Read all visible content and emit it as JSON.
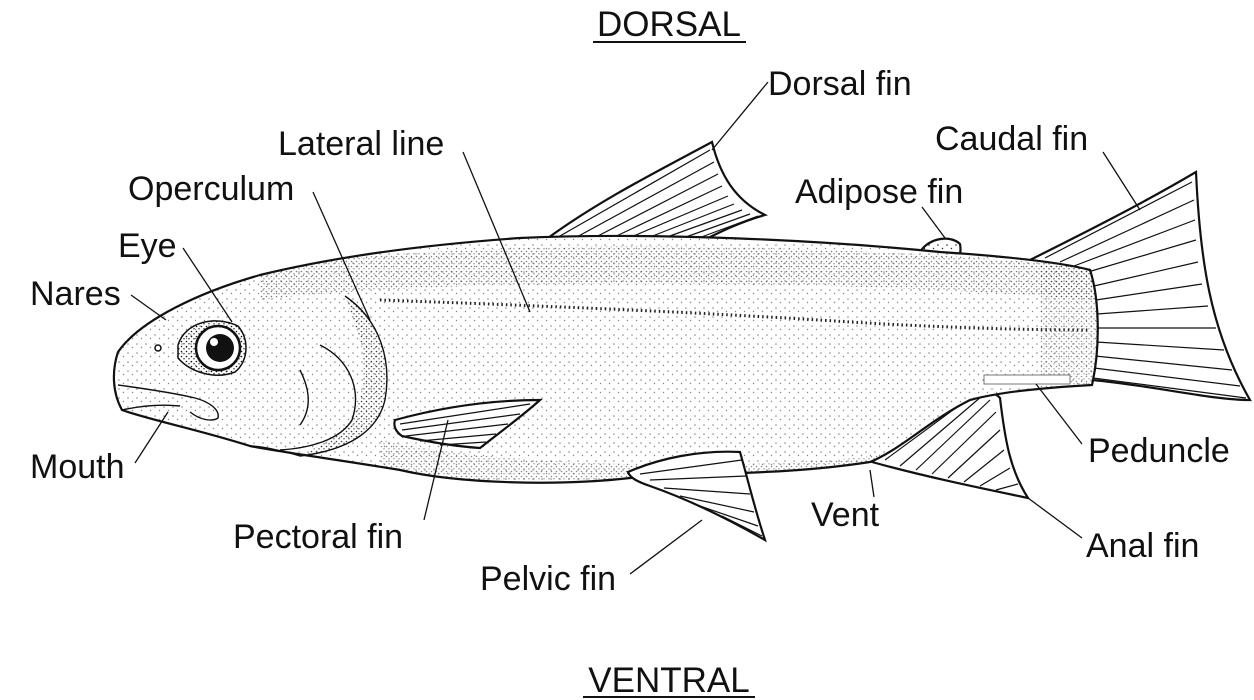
{
  "orientation": {
    "top": "DORSAL",
    "bottom": "VENTRAL"
  },
  "labels": {
    "dorsal_fin": "Dorsal fin",
    "caudal_fin": "Caudal fin",
    "adipose_fin": "Adipose fin",
    "lateral_line": "Lateral line",
    "operculum": "Operculum",
    "eye": "Eye",
    "nares": "Nares",
    "mouth": "Mouth",
    "pectoral_fin": "Pectoral fin",
    "pelvic_fin": "Pelvic fin",
    "vent": "Vent",
    "peduncle": "Peduncle",
    "anal_fin": "Anal fin"
  }
}
